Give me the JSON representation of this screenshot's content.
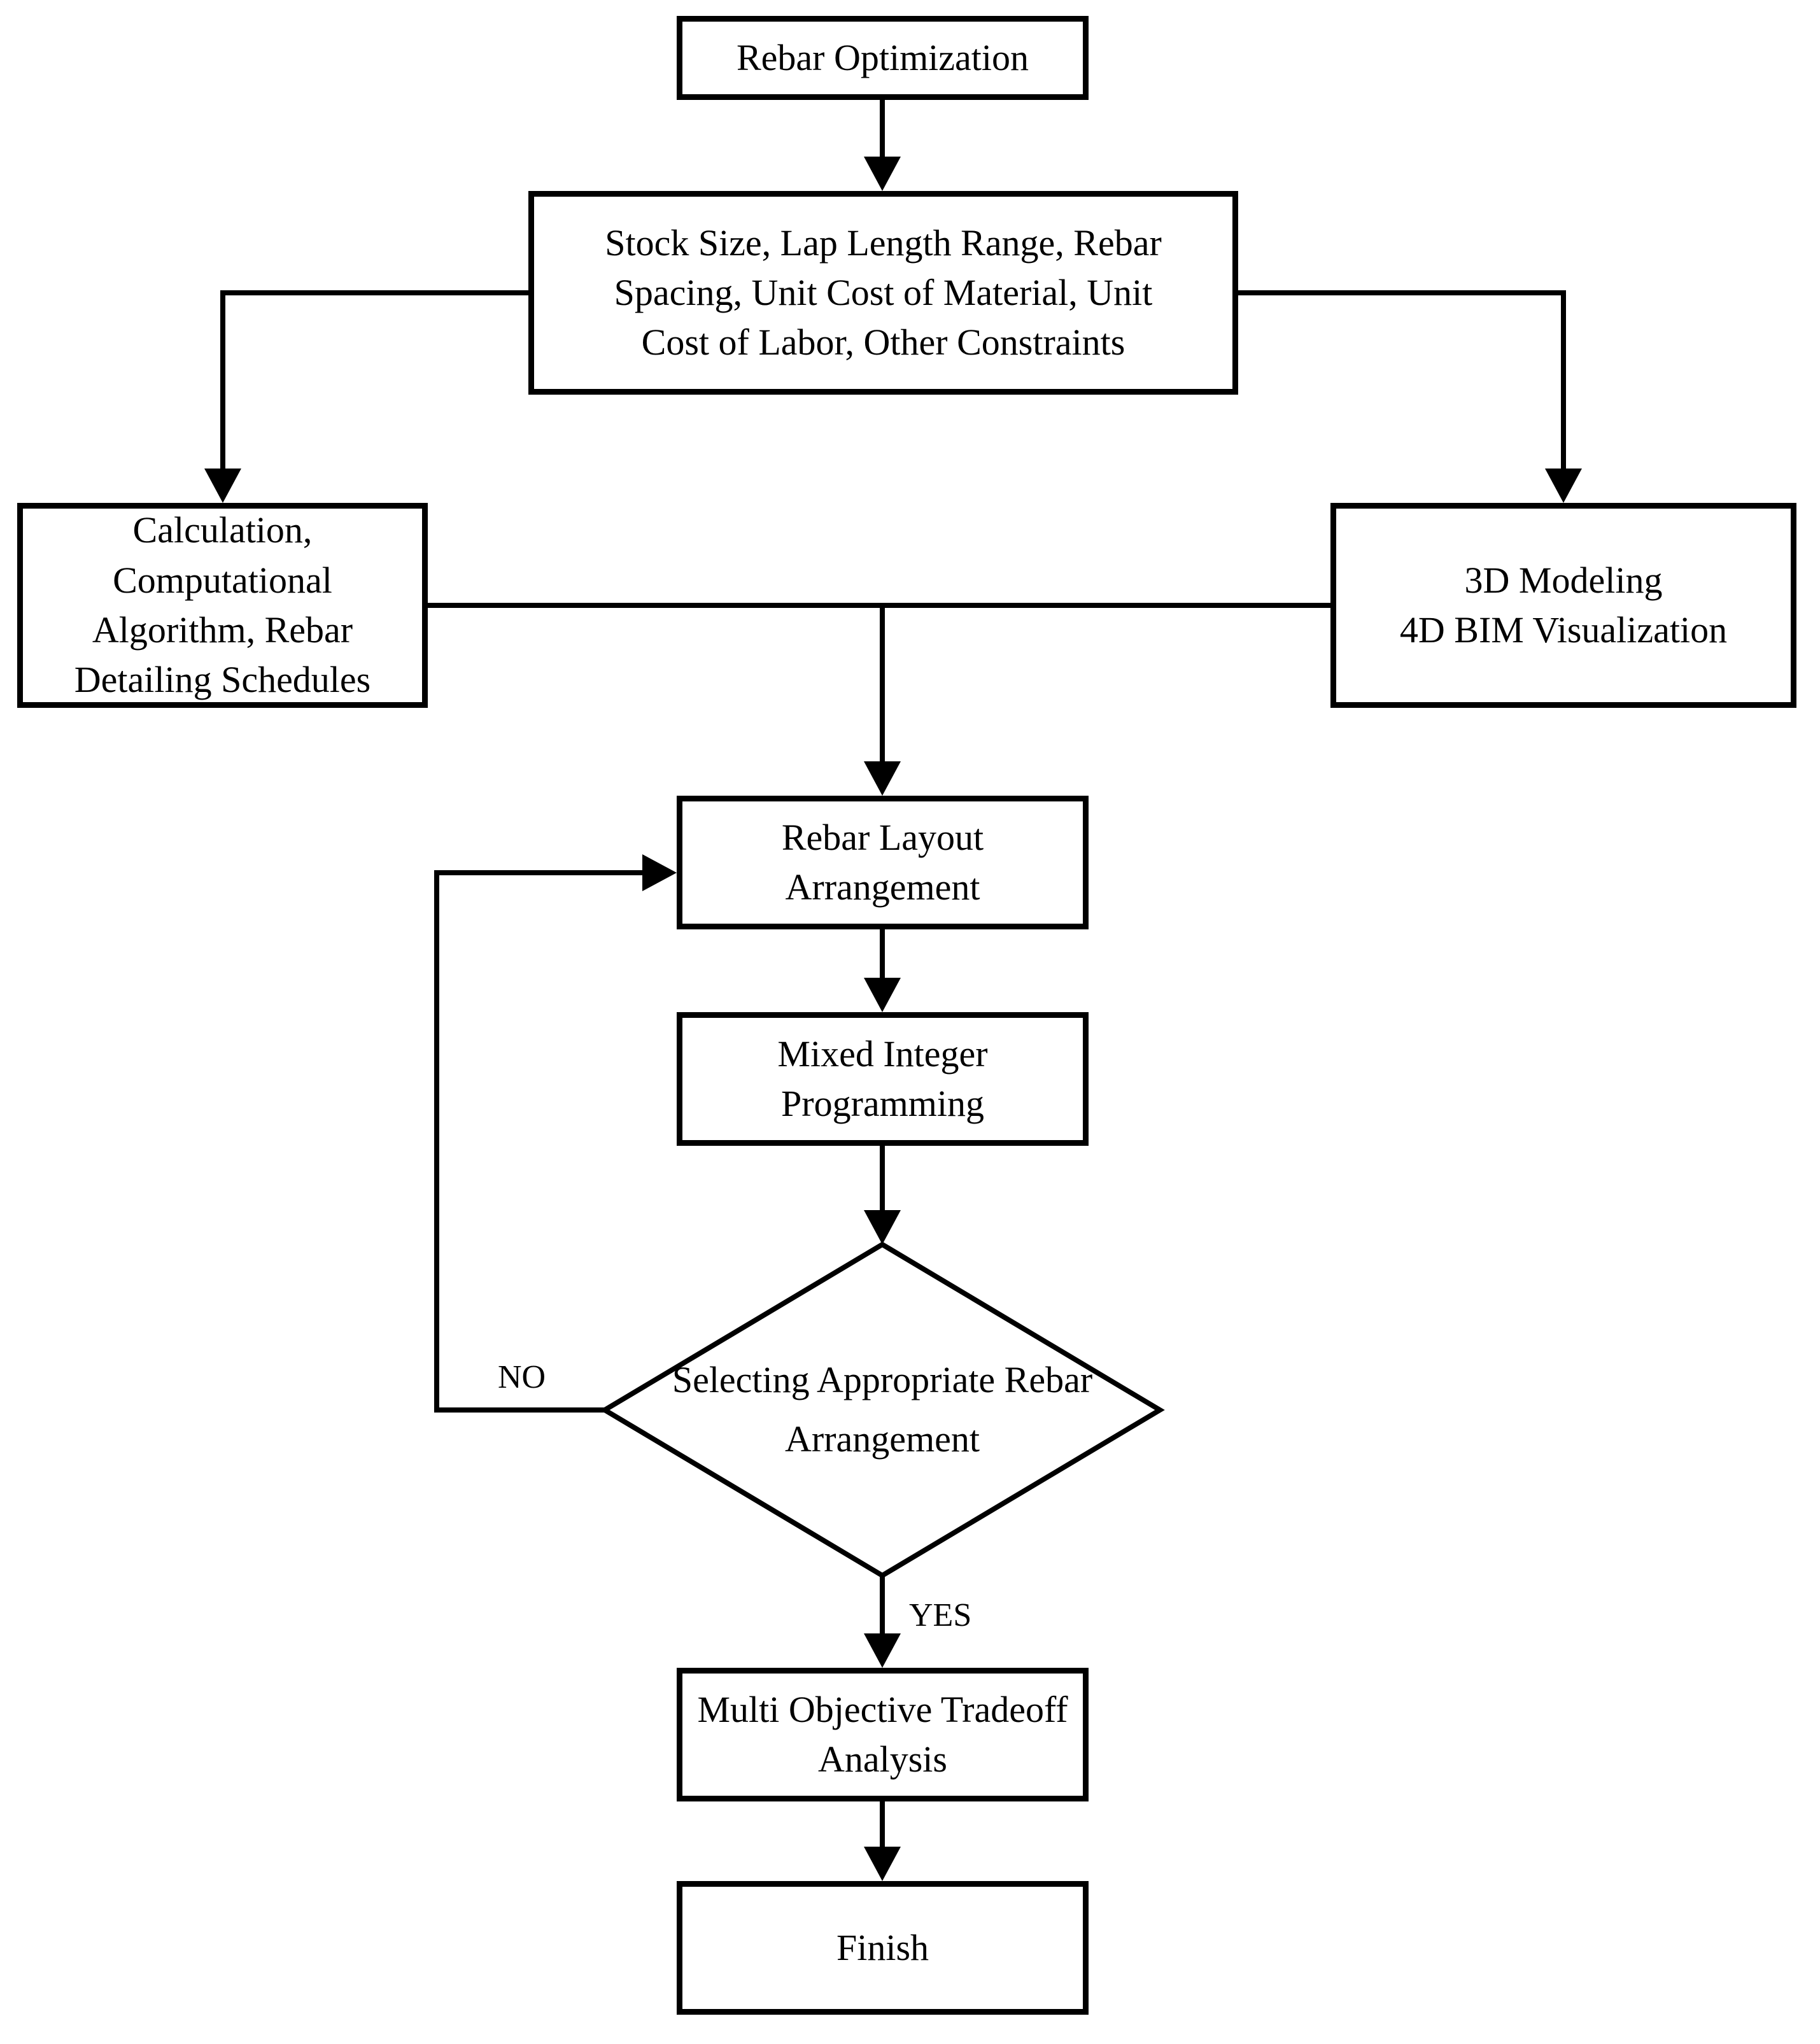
{
  "flowchart": {
    "nodes": {
      "start": "Rebar Optimization",
      "inputs": "Stock Size, Lap Length Range, Rebar\nSpacing, Unit Cost of Material, Unit\nCost of Labor, Other Constraints",
      "calculation": "Calculation,\nComputational\nAlgorithm, Rebar\nDetailing Schedules",
      "modeling": "3D Modeling\n4D BIM Visualization",
      "layout": "Rebar Layout\nArrangement",
      "mip": "Mixed Integer\nProgramming",
      "decision": "Selecting Appropriate Rebar\nArrangement",
      "tradeoff": "Multi Objective Tradeoff\nAnalysis",
      "finish": "Finish"
    },
    "edge_labels": {
      "no": "NO",
      "yes": "YES"
    },
    "colors": {
      "line": "#000000",
      "fill": "#ffffff",
      "text": "#000000",
      "background": "#ffffff"
    }
  }
}
